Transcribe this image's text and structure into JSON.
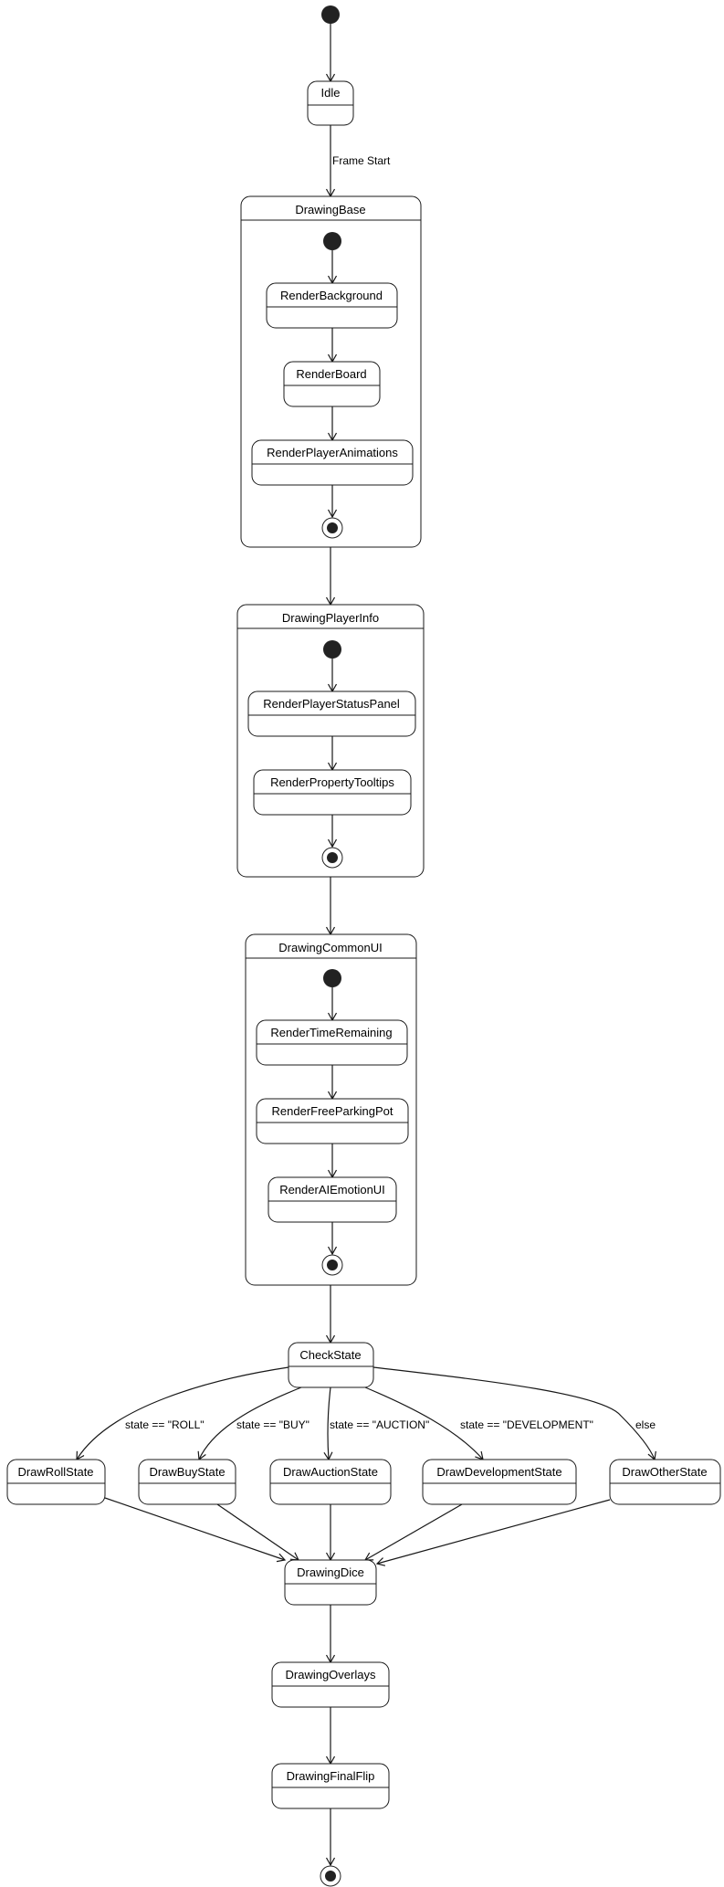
{
  "states": {
    "idle": "Idle",
    "drawing_base": "DrawingBase",
    "render_background": "RenderBackground",
    "render_board": "RenderBoard",
    "render_player_animations": "RenderPlayerAnimations",
    "drawing_player_info": "DrawingPlayerInfo",
    "render_player_status_panel": "RenderPlayerStatusPanel",
    "render_property_tooltips": "RenderPropertyTooltips",
    "drawing_common_ui": "DrawingCommonUI",
    "render_time_remaining": "RenderTimeRemaining",
    "render_free_parking_pot": "RenderFreeParkingPot",
    "render_ai_emotion_ui": "RenderAIEmotionUI",
    "check_state": "CheckState",
    "draw_roll_state": "DrawRollState",
    "draw_buy_state": "DrawBuyState",
    "draw_auction_state": "DrawAuctionState",
    "draw_development_state": "DrawDevelopmentState",
    "draw_other_state": "DrawOtherState",
    "drawing_dice": "DrawingDice",
    "drawing_overlays": "DrawingOverlays",
    "drawing_final_flip": "DrawingFinalFlip"
  },
  "transitions": {
    "frame_start": "Frame Start",
    "roll": "state == \"ROLL\"",
    "buy": "state == \"BUY\"",
    "auction": "state == \"AUCTION\"",
    "development": "state == \"DEVELOPMENT\"",
    "else": "else"
  }
}
